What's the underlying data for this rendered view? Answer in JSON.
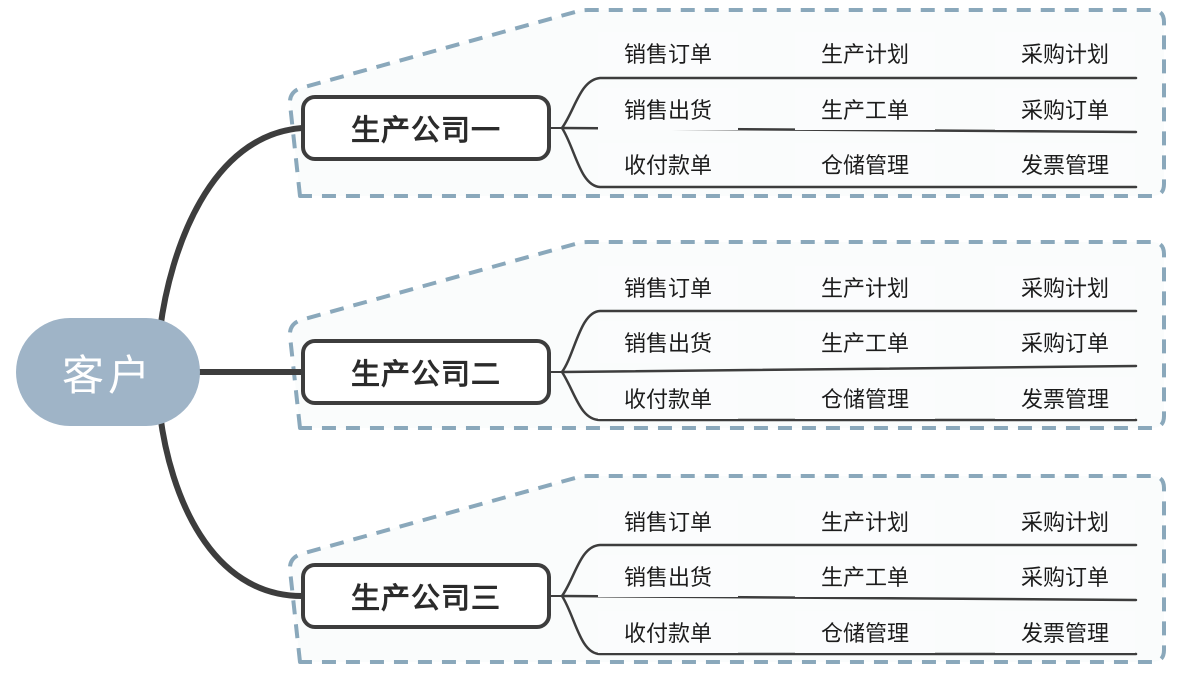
{
  "diagram": {
    "type": "mind-map",
    "root": {
      "label": "客户",
      "shape": "pill",
      "fill": "#9fb4c7",
      "text_color": "#ffffff"
    },
    "branch_color": "#3d3d3d",
    "group_outline_color": "#8aa8bb",
    "group_outline_style": "dashed",
    "group_fill": "#fafcfc",
    "leaf_underline_color": "#3d3d3d",
    "leaf_text_color": "#1c1c1c",
    "company_box": {
      "border_color": "#3d3d3d",
      "fill": "#ffffff",
      "text_color": "#2b2b2b"
    },
    "groups": [
      {
        "company": "生产公司一",
        "rows": [
          [
            "销售订单",
            "生产计划",
            "采购计划"
          ],
          [
            "销售出货",
            "生产工单",
            "采购订单"
          ],
          [
            "收付款单",
            "仓储管理",
            "发票管理"
          ]
        ]
      },
      {
        "company": "生产公司二",
        "rows": [
          [
            "销售订单",
            "生产计划",
            "采购计划"
          ],
          [
            "销售出货",
            "生产工单",
            "采购订单"
          ],
          [
            "收付款单",
            "仓储管理",
            "发票管理"
          ]
        ]
      },
      {
        "company": "生产公司三",
        "rows": [
          [
            "销售订单",
            "生产计划",
            "采购计划"
          ],
          [
            "销售出货",
            "生产工单",
            "采购订单"
          ],
          [
            "收付款单",
            "仓储管理",
            "发票管理"
          ]
        ]
      }
    ]
  }
}
